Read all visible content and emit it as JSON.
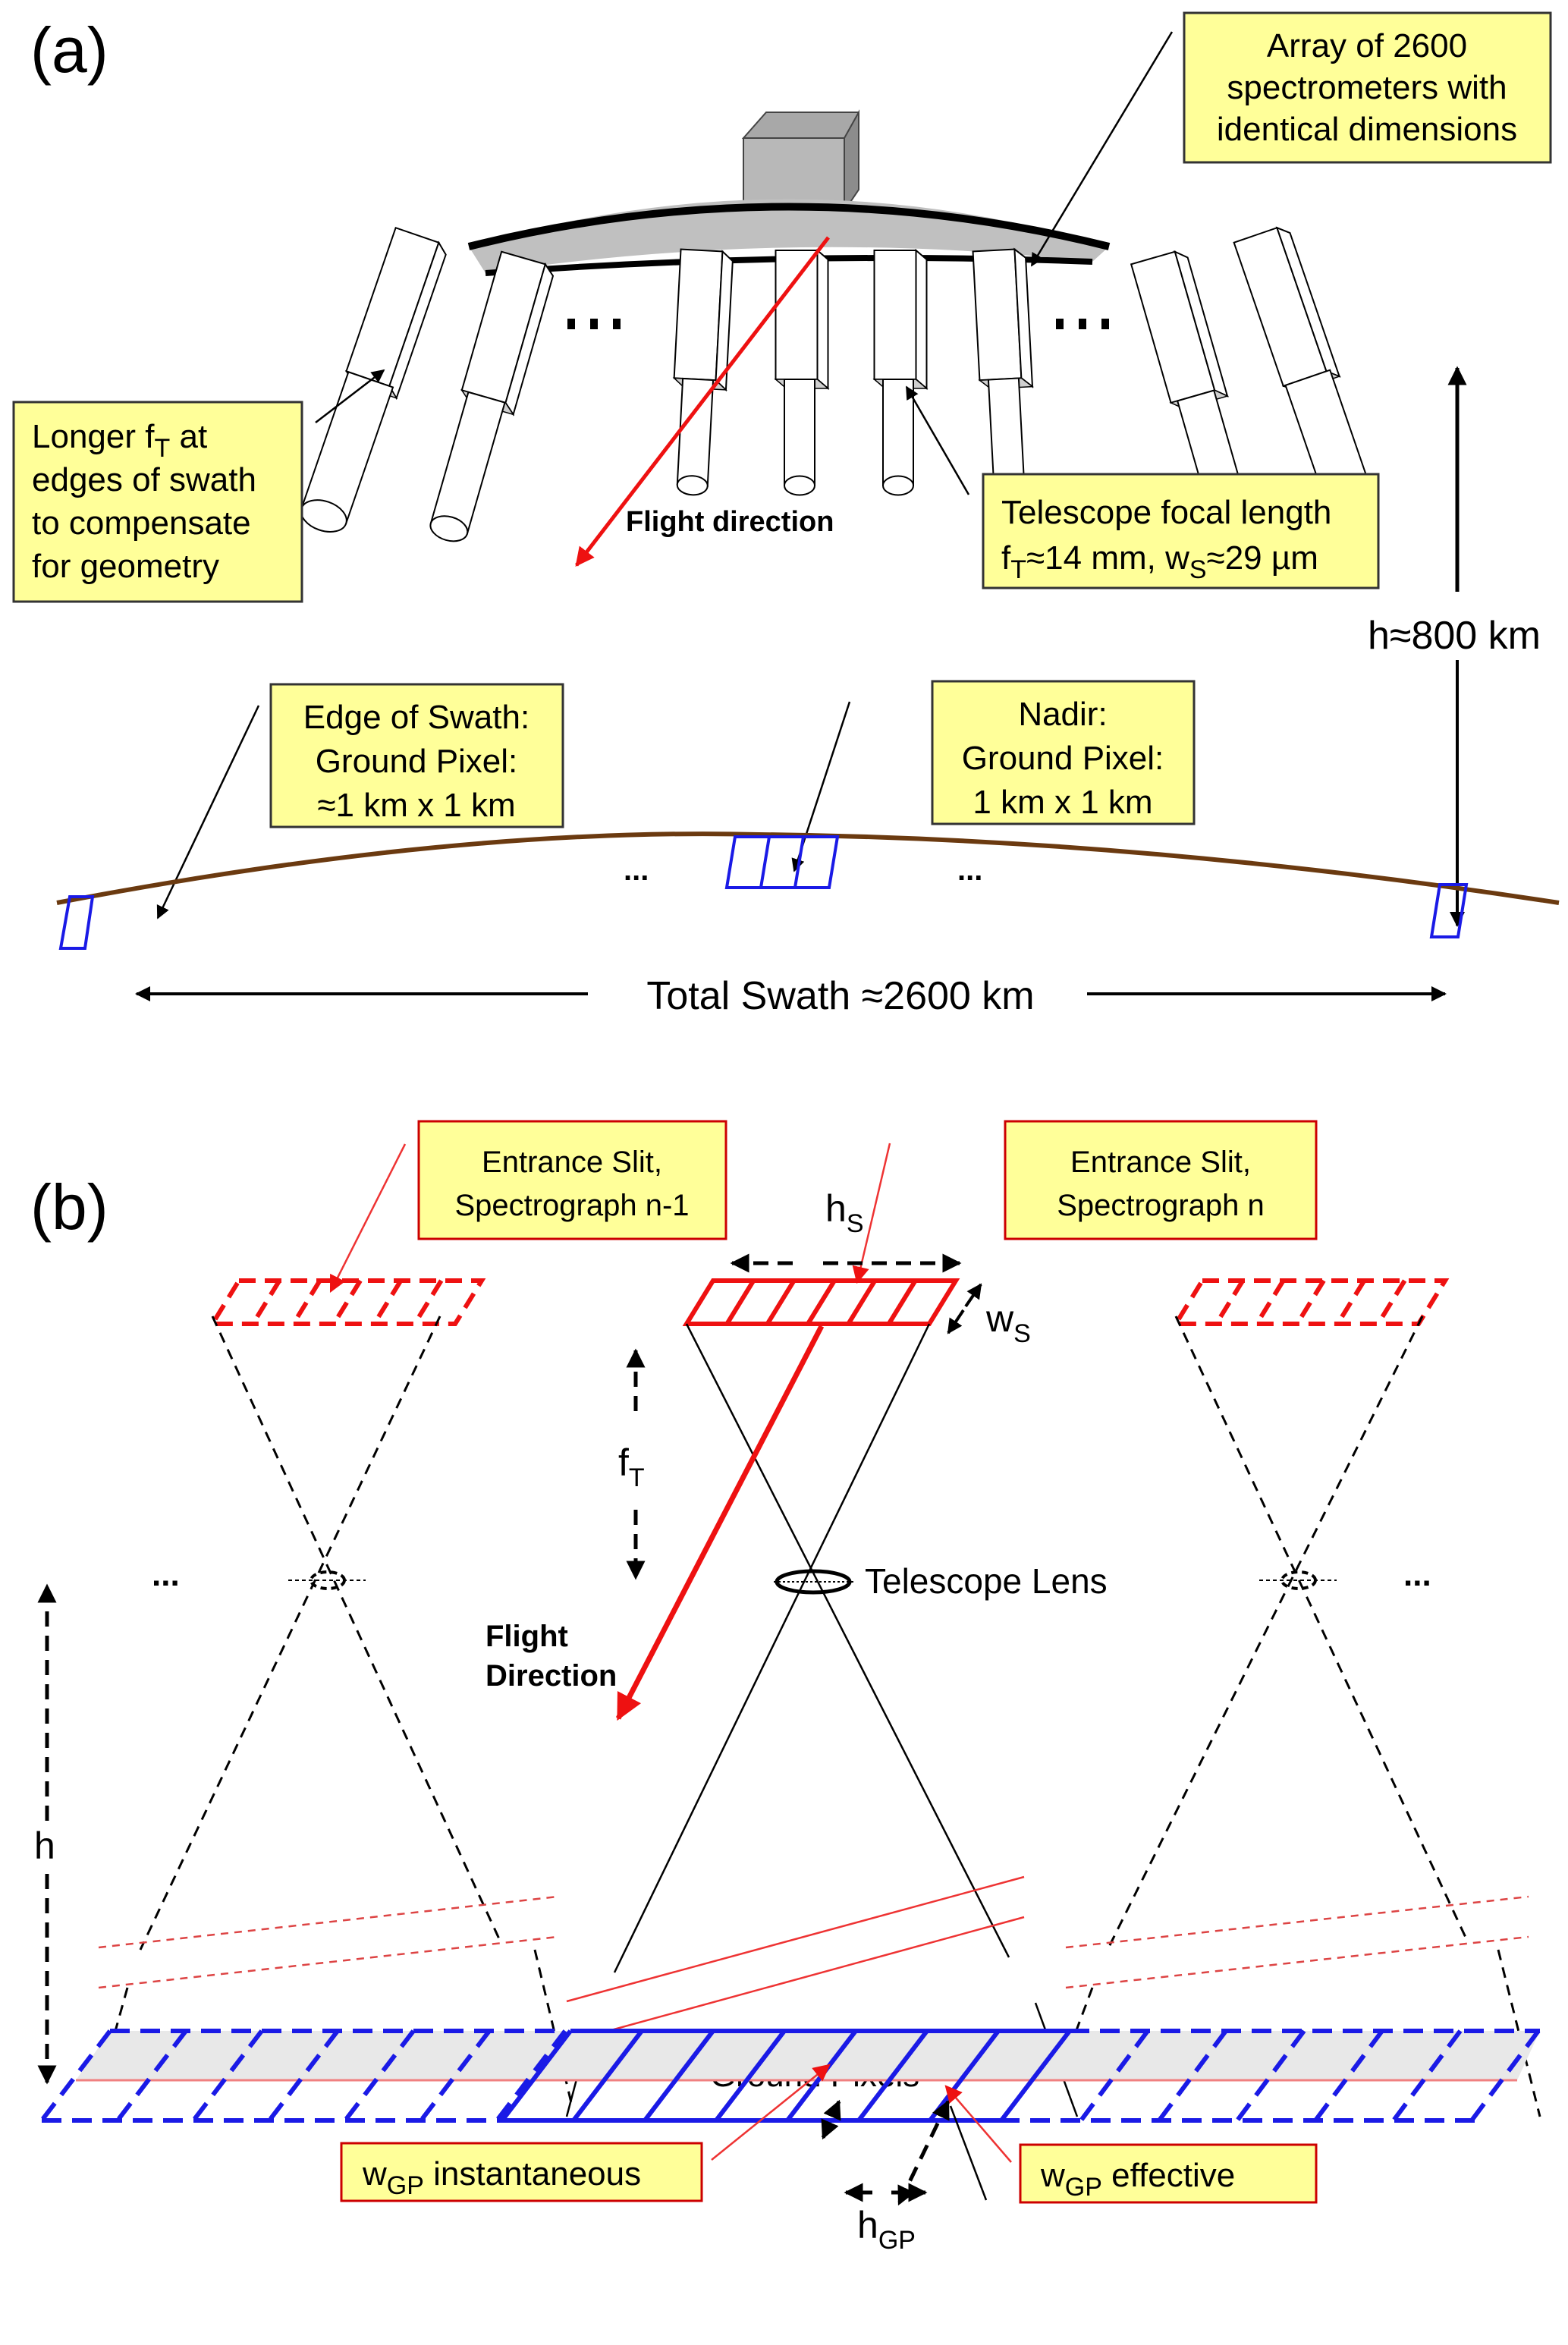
{
  "figure": {
    "panel_a_label": "(a)",
    "panel_b_label": "(b)",
    "colors": {
      "callout_fill": "#ffff99",
      "flight_arrow": "#ee1111",
      "ground_line": "#6b3a10",
      "ground_pixel": "#1a1ae6",
      "slit": "#ee1111",
      "band_fill": "#e8e8e8"
    }
  },
  "panel_a": {
    "array_box": [
      "Array of 2600",
      "spectrometers with",
      "identical dimensions"
    ],
    "longer_box": {
      "line1_pre": "Longer f",
      "line1_sub": "T",
      "line1_post": " at",
      "lines": [
        "edges of swath",
        "to compensate",
        "for geometry"
      ]
    },
    "flight_direction": "Flight direction",
    "telescope_box": {
      "line1": "Telescope focal length",
      "line2_f": "f",
      "line2_f_sub": "T",
      "line2_mid": "≈14 mm, w",
      "line2_w_sub": "S",
      "line2_end": "≈29 µm"
    },
    "altitude": "h≈800 km",
    "edge_box": [
      "Edge of Swath:",
      "Ground Pixel:",
      "≈1 km x 1 km"
    ],
    "nadir_box": [
      "Nadir:",
      "Ground Pixel:",
      "1 km x 1 km"
    ],
    "ellipsis": "...",
    "total_swath": "Total Swath ≈2600 km"
  },
  "panel_b": {
    "slit_n_minus_1_box": [
      "Entrance Slit,",
      "Spectrograph n-1"
    ],
    "slit_n_box": [
      "Entrance Slit,",
      "Spectrograph n"
    ],
    "hs": {
      "main": "h",
      "sub": "S"
    },
    "ws": {
      "main": "w",
      "sub": "S"
    },
    "ft": {
      "main": "f",
      "sub": "T"
    },
    "telescope_lens": "Telescope Lens",
    "flight_direction": [
      "Flight",
      "Direction"
    ],
    "h": "h",
    "ground_pixels": "Ground Pixels",
    "hgp": {
      "main": "h",
      "sub": "GP"
    },
    "wgp_instantaneous": {
      "main": "w",
      "sub": "GP",
      "rest": " instantaneous"
    },
    "wgp_effective": {
      "main": "w",
      "sub": "GP",
      "rest": " effective"
    },
    "ellipsis": "..."
  }
}
